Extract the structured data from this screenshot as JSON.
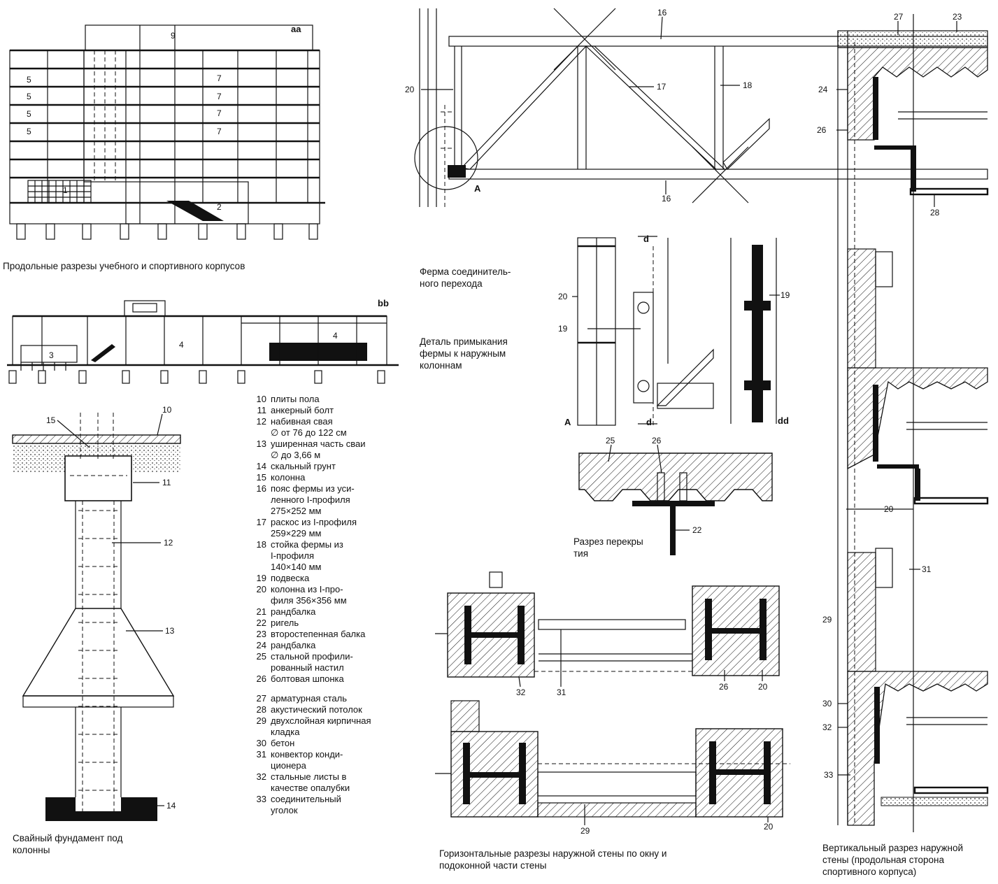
{
  "section_aa": {
    "tag": "аа",
    "room_labels": [
      "9",
      "5",
      "5",
      "5",
      "5",
      "7",
      "7",
      "7",
      "7",
      "1",
      "2"
    ],
    "caption": "Продольные разрезы учебного и спортивного корпусов"
  },
  "section_bb": {
    "tag": "bb",
    "room_labels": [
      "3",
      "4",
      "4"
    ]
  },
  "foundation": {
    "callouts": [
      "15",
      "10",
      "11",
      "12",
      "13",
      "14"
    ],
    "caption": "Свайный фундамент под\nколонны"
  },
  "truss": {
    "callouts": [
      "16",
      "20",
      "17",
      "18",
      "16",
      "A"
    ],
    "caption": "Ферма соединитель-\nного перехода"
  },
  "truss_detail": {
    "callouts": [
      "d",
      "20",
      "19",
      "A",
      "d",
      "19",
      "dd"
    ],
    "caption": "Деталь примыкания\nфермы к наружным\nколоннам"
  },
  "floor_section": {
    "callouts": [
      "25",
      "26",
      "22"
    ],
    "caption": "Разрез перекры\nтия"
  },
  "horizontal_sections": {
    "callouts": [
      "32",
      "31",
      "26",
      "20",
      "29",
      "20"
    ],
    "caption": "Горизонтальные разрезы наружной стены по окну и\nподоконной части стены"
  },
  "vertical_section": {
    "callouts": [
      "27",
      "23",
      "24",
      "26",
      "28",
      "20",
      "31",
      "29",
      "30",
      "32",
      "33"
    ],
    "caption": "Вертикальный разрез наружной\nстены (продольная сторона\nспортивного корпуса)"
  },
  "legend": [
    {
      "num": "10",
      "text": "плиты пола"
    },
    {
      "num": "11",
      "text": "анкерный болт"
    },
    {
      "num": "12",
      "text": "набивная свая\n∅ от 76 до 122 см"
    },
    {
      "num": "13",
      "text": "уширенная часть сваи\n∅ до 3,66 м"
    },
    {
      "num": "14",
      "text": "скальный грунт"
    },
    {
      "num": "15",
      "text": "колонна"
    },
    {
      "num": "16",
      "text": "пояс фермы из уси-\nленного I-профиля\n275×252 мм"
    },
    {
      "num": "17",
      "text": "раскос из I-профиля\n259×229 мм"
    },
    {
      "num": "18",
      "text": "стойка фермы из\nI-профиля\n140×140 мм"
    },
    {
      "num": "19",
      "text": "подвеска"
    },
    {
      "num": "20",
      "text": "колонна из I-про-\nфиля 356×356 мм"
    },
    {
      "num": "21",
      "text": "рандбалка"
    },
    {
      "num": "22",
      "text": "ригель"
    },
    {
      "num": "23",
      "text": "второстепенная балка"
    },
    {
      "num": "24",
      "text": "рандбалка"
    },
    {
      "num": "25",
      "text": "стальной профили-\nрованный настил"
    },
    {
      "num": "26",
      "text": "болтовая шпонка"
    },
    {
      "num": "27",
      "text": "арматурная сталь"
    },
    {
      "num": "28",
      "text": "акустический потолок"
    },
    {
      "num": "29",
      "text": "двухслойная кирпичная\nкладка"
    },
    {
      "num": "30",
      "text": "бетон"
    },
    {
      "num": "31",
      "text": "конвектор конди-\nционера"
    },
    {
      "num": "32",
      "text": "стальные листы в\nкачестве опалубки"
    },
    {
      "num": "33",
      "text": "соединительный\nуголок"
    }
  ]
}
